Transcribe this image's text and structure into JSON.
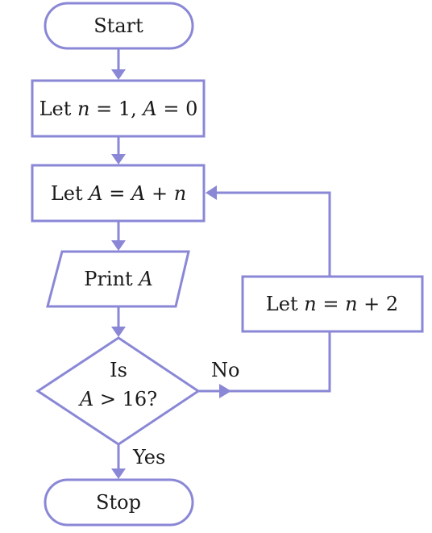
{
  "nodes": {
    "start": {
      "label": "Start"
    },
    "init": {
      "word": "Let",
      "n": "n",
      "eq1": " = 1, ",
      "a": "A",
      "eq2": " = 0"
    },
    "accumulate": {
      "word": "Let",
      "a1": "A",
      "eq": " = ",
      "a2": "A",
      "plus": " + ",
      "n": "n"
    },
    "print": {
      "word": "Print",
      "a": "A"
    },
    "decision": {
      "line1": "Is",
      "a": "A",
      "rest": " > 16?"
    },
    "increment": {
      "word": "Let",
      "n1": "n",
      "eq": " = ",
      "n2": "n",
      "plus": " + 2"
    },
    "stop": {
      "label": "Stop"
    }
  },
  "edges": {
    "yes_label": "Yes",
    "no_label": "No"
  },
  "colors": {
    "stroke": "#8a87d6",
    "text": "#1a1a1a",
    "background": "#ffffff"
  }
}
